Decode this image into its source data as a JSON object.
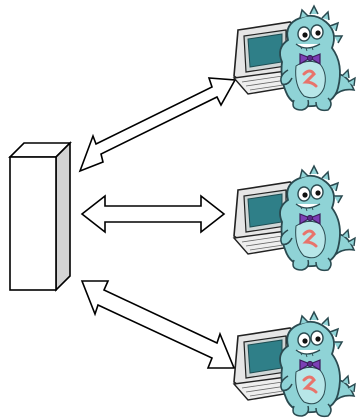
{
  "diagram": {
    "server": {
      "icon": "server-tower-icon",
      "front_color": "#ffffff",
      "side_color": "#d4d4d4",
      "top_color": "#ffffff",
      "stroke_color": "#000000"
    },
    "links": [
      {
        "from": "server",
        "to": "client-top",
        "style": "double-headed-arrow"
      },
      {
        "from": "server",
        "to": "client-middle",
        "style": "double-headed-arrow"
      },
      {
        "from": "server",
        "to": "client-bottom",
        "style": "double-headed-arrow"
      }
    ],
    "clients": [
      {
        "id": "client-top",
        "icon": "monster-at-computer-icon"
      },
      {
        "id": "client-middle",
        "icon": "monster-at-computer-icon"
      },
      {
        "id": "client-bottom",
        "icon": "monster-at-computer-icon"
      }
    ],
    "colors": {
      "monster_body": "#8fd3d6",
      "monster_outline": "#2a4a50",
      "bow_tie": "#7b3fb5",
      "belly_mark": "#e8736b",
      "computer_case": "#e6e6e6",
      "computer_screen": "#2f7f88",
      "arrow_fill": "#ffffff",
      "arrow_stroke": "#000000"
    }
  }
}
